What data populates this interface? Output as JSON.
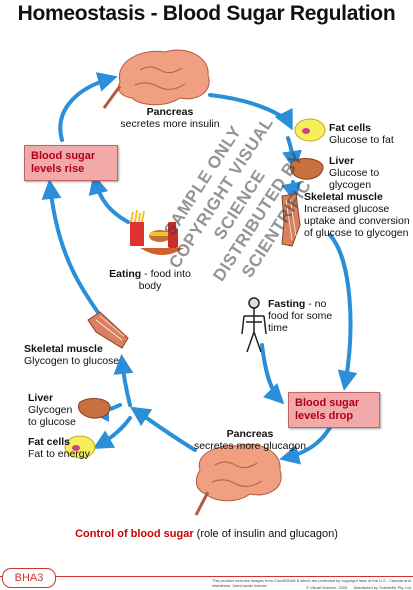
{
  "title": "Homeostasis - Blood Sugar Regulation",
  "top": {
    "pancreas_title": "Pancreas",
    "pancreas_text": "secretes more insulin"
  },
  "box_rise": "Blood sugar levels rise",
  "box_drop": "Blood sugar levels drop",
  "right": {
    "fat_title": "Fat cells",
    "fat_text": "Glucose to fat",
    "liver_title": "Liver",
    "liver_text": "Glucose to glycogen",
    "muscle_title": "Skeletal muscle",
    "muscle_text": "Increased glucose uptake and conversion of glucose to glycogen"
  },
  "eating": {
    "title": "Eating",
    "text": " - food into body"
  },
  "fasting": {
    "title": "Fasting",
    "text": " - no food for some time"
  },
  "left": {
    "muscle_title": "Skeletal muscle",
    "muscle_text": "Glycogen to glucose",
    "liver_title": "Liver",
    "liver_text": "Glycogen to glucose",
    "fat_title": "Fat cells",
    "fat_text": "Fat to energy"
  },
  "bottom": {
    "pancreas_title": "Pancreas",
    "pancreas_text": "secretes more glucagon"
  },
  "caption": {
    "red": "Control of blood sugar",
    "rest": " (role of insulin and glucagon)"
  },
  "watermark": [
    "SAMPLE ONLY",
    "COPYRIGHT VISUAL SCIENCE",
    "DISTRIBUTED BY SCIENTRIFIC"
  ],
  "footer": {
    "code": "BHA3",
    "fine_print": "This product includes images from CorelDRAW 8 which are protected by copyright laws of the U.S., Canada and elsewhere. Used under license.",
    "copyright": "© Visual Science, 2005",
    "distributor": "Distributed by Scientrific Pty. Ltd."
  },
  "colors": {
    "arrow": "#2a8fd8",
    "box_fill": "#f2a9a9",
    "box_text": "#b0001a",
    "organ": "#f0a080",
    "caption_red": "#cc0000"
  },
  "icons": [
    "pancreas-icon",
    "fat-cell-icon",
    "liver-icon",
    "muscle-icon",
    "food-icon",
    "skeleton-icon"
  ]
}
